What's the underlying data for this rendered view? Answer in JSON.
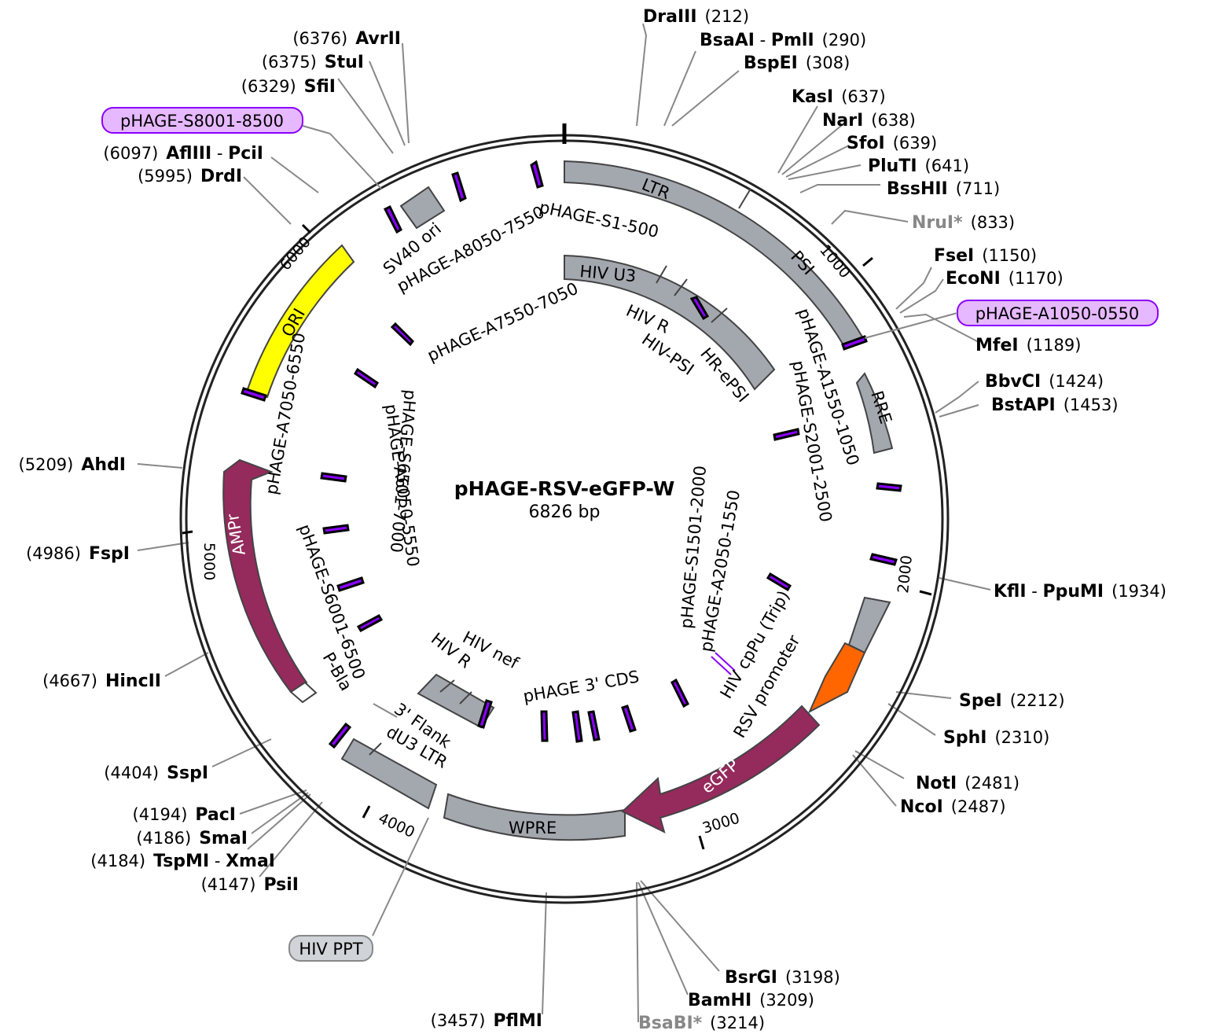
{
  "plasmid": {
    "name": "pHAGE-RSV-eGFP-W",
    "length_label": "6826 bp",
    "length": 6826
  },
  "colors": {
    "gray_feature": "#A3A7AE",
    "ori": "#FFFF00",
    "ampr": "#952A5C",
    "rsv": "#FF6600",
    "primer": "#8B00FF",
    "primer_label_bg": "#E6B8FF",
    "ppt_bg": "#D0D3D8"
  },
  "ticks": [
    {
      "pos": 1000,
      "label": "1000"
    },
    {
      "pos": 2000,
      "label": "2000"
    },
    {
      "pos": 3000,
      "label": "3000"
    },
    {
      "pos": 4000,
      "label": "4000"
    },
    {
      "pos": 5000,
      "label": "5000"
    },
    {
      "pos": 6000,
      "label": "6000"
    }
  ],
  "enzymes": [
    {
      "name": "DraIII",
      "pos": "212",
      "bold": true
    },
    {
      "name": "BsaAI",
      "name2": "PmlI",
      "pos": "290"
    },
    {
      "name": "BspEI",
      "pos": "308"
    },
    {
      "name": "KasI",
      "pos": "637"
    },
    {
      "name": "NarI",
      "pos": "638"
    },
    {
      "name": "SfoI",
      "pos": "639"
    },
    {
      "name": "PluTI",
      "pos": "641"
    },
    {
      "name": "BssHII",
      "pos": "711"
    },
    {
      "name": "NruI*",
      "pos": "833",
      "gray": true
    },
    {
      "name": "FseI",
      "pos": "1150"
    },
    {
      "name": "EcoNI",
      "pos": "1170"
    },
    {
      "name": "MfeI",
      "pos": "1189"
    },
    {
      "name": "BbvCI",
      "pos": "1424"
    },
    {
      "name": "BstAPI",
      "pos": "1453"
    },
    {
      "name": "KflI",
      "name2": "PpuMI",
      "pos": "1934"
    },
    {
      "name": "SpeI",
      "pos": "2212"
    },
    {
      "name": "SphI",
      "pos": "2310"
    },
    {
      "name": "NotI",
      "pos": "2481"
    },
    {
      "name": "NcoI",
      "pos": "2487"
    },
    {
      "name": "BsrGI",
      "pos": "3198"
    },
    {
      "name": "BamHI",
      "pos": "3209"
    },
    {
      "name": "BsaBI*",
      "pos": "3214",
      "gray": true
    },
    {
      "name": "PflMI",
      "pos": "3457"
    },
    {
      "name": "PsiI",
      "pos": "4147"
    },
    {
      "name": "TspMI",
      "name2": "XmaI",
      "pos": "4184"
    },
    {
      "name": "SmaI",
      "pos": "4186"
    },
    {
      "name": "PacI",
      "pos": "4194"
    },
    {
      "name": "SspI",
      "pos": "4404"
    },
    {
      "name": "HincII",
      "pos": "4667"
    },
    {
      "name": "FspI",
      "pos": "4986"
    },
    {
      "name": "AhdI",
      "pos": "5209"
    },
    {
      "name": "DrdI",
      "pos": "5995"
    },
    {
      "name": "AflIII",
      "name2": "PciI",
      "pos": "6097"
    },
    {
      "name": "SfiI",
      "pos": "6329"
    },
    {
      "name": "StuI",
      "pos": "6375"
    },
    {
      "name": "AvrII",
      "pos": "6376"
    }
  ],
  "boxed_labels": {
    "s8001": "pHAGE-S8001-8500",
    "a1050": "pHAGE-A1050-0550",
    "hiv_ppt": "HIV PPT"
  },
  "features": {
    "ltr": "LTR",
    "psi": "PSI",
    "rre": "RRE",
    "hiv_u3": "HIV U3",
    "hiv_r_top": "HIV R",
    "hiv_psi": "HIV-PSI",
    "hr_epsi": "HR-ePSI",
    "sv40_ori": "SV40 ori",
    "ori": "ORI",
    "ampr": "AMPr",
    "p_bla": "P-Bla",
    "egfp": "eGFP",
    "wpre": "WPRE",
    "rsv_promoter": "RSV promoter",
    "hiv_cppu": "HIV cpPu (Trip)",
    "flank3": "3' Flank",
    "du3_ltr": "dU3 LTR",
    "hiv_r_bottom": "HIV R",
    "hiv_nef": "HIV nef",
    "phage_3cds": "pHAGE 3' CDS"
  },
  "primers": {
    "s1_500": "pHAGE-S1-500",
    "a8050_7550": "pHAGE-A8050-7550",
    "a7550_7050": "pHAGE-A7550-7050",
    "a7050_6550": "pHAGE-A7050-6550",
    "s6501_7000": "pHAGE-S6501-7000",
    "a6050_5550": "pHAGE-A6050-5550",
    "s6001_6500": "pHAGE-S6001-6500",
    "a1550_1050": "pHAGE-A1550-1050",
    "s2001_2500": "pHAGE-S2001-2500",
    "s1501_2000": "pHAGE-S1501-2000",
    "a2050_1550": "pHAGE-A2050-1550"
  }
}
